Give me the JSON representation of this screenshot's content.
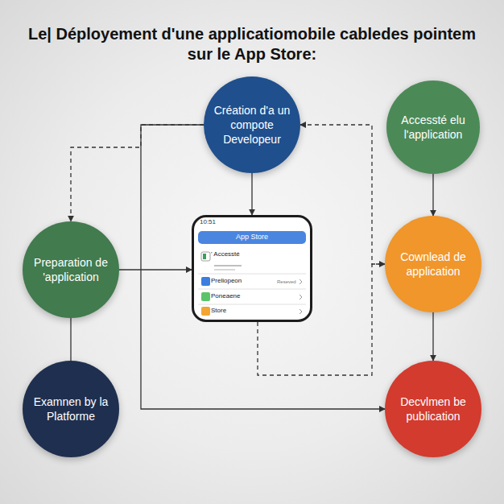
{
  "diagram": {
    "title": "Le| Déployement d'une applicatiomobile cabledes pointem sur le App Store:",
    "nodes": [
      {
        "text": [
          "Création d'a un compote Developeur"
        ]
      },
      {
        "text": [
          "Accessté elu l'application"
        ]
      },
      {
        "text": [
          "Preparation de 'application"
        ]
      },
      {
        "text": [
          "10:51",
          "App Store",
          "' Accessté",
          "Preliopeon",
          "Reseved",
          "Poneaene",
          "Store"
        ]
      },
      {
        "text": [
          "Cownlead de application"
        ]
      },
      {
        "text": [
          "Examnen by la Platforme"
        ]
      },
      {
        "text": [
          "Decvlmen be publication"
        ]
      }
    ],
    "edges": [
      {
        "from": 0,
        "to": 3,
        "arrow": "to"
      },
      {
        "from": 0,
        "to": 2,
        "arrow": "to"
      },
      {
        "from": 0,
        "to": 6,
        "arrow": "to"
      },
      {
        "from": 1,
        "to": 4,
        "arrow": "to"
      },
      {
        "from": 2,
        "to": 3,
        "arrow": "to"
      },
      {
        "from": 2,
        "to": 5,
        "arrow": "none"
      },
      {
        "from": 0,
        "to": 4,
        "arrow": "both"
      },
      {
        "from": 3,
        "to": 4,
        "arrow": "none"
      },
      {
        "from": 4,
        "to": 6,
        "arrow": "to"
      }
    ]
  }
}
